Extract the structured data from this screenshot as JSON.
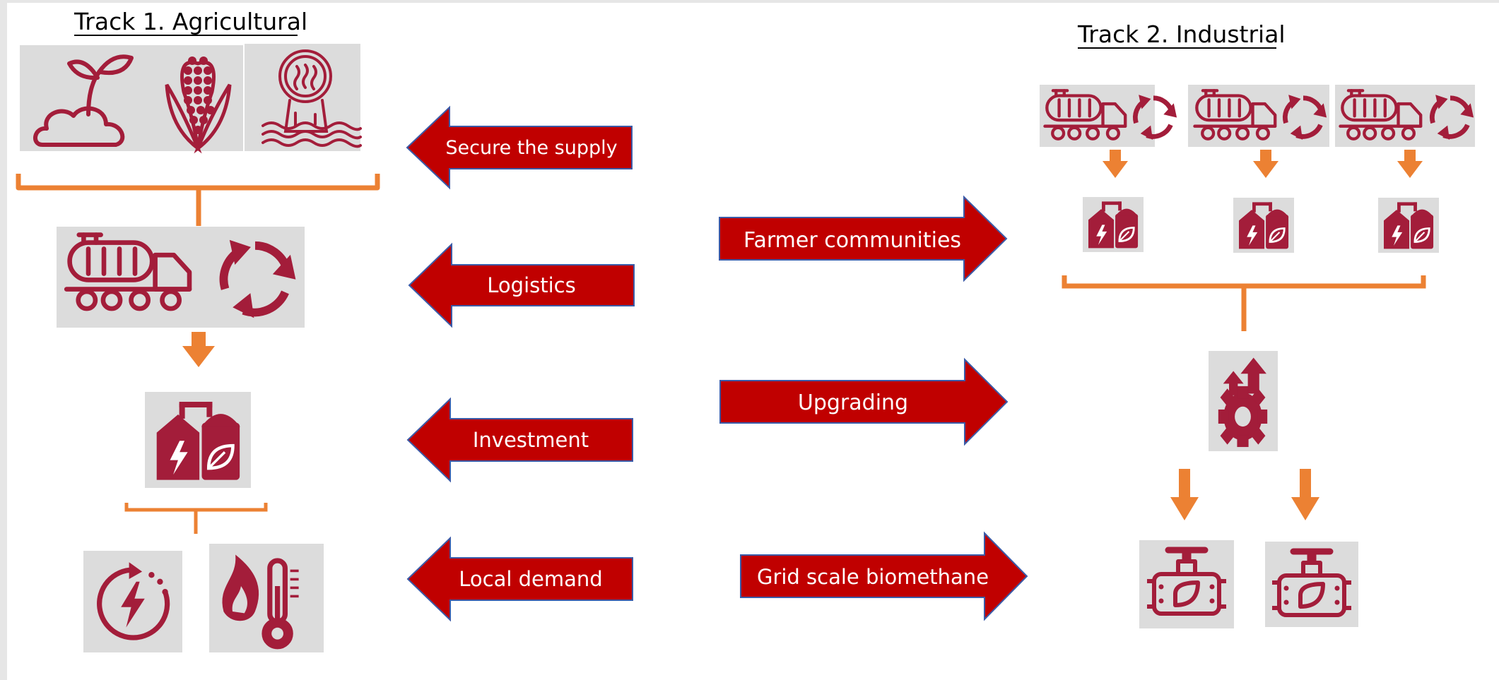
{
  "colors": {
    "background": "#e6e6e6",
    "panel": "#ffffff",
    "icon_tile": "#dcdcdc",
    "icon": "#a31d3a",
    "arrow_fill": "#c00000",
    "arrow_stroke": "#3b5ba8",
    "connector": "#ec8133",
    "text_light": "#ffffff",
    "text_dark": "#000000"
  },
  "tracks": {
    "agricultural": {
      "title": "Track 1. Agricultural",
      "icons": [
        "soil-sprout-icon",
        "corn-icon",
        "geothermal-icon",
        "tanker-truck-icon",
        "recycle-icon",
        "biogas-plant-icon",
        "power-icon",
        "heat-icon"
      ]
    },
    "industrial": {
      "title": "Track 2. Industrial",
      "icons": [
        "tanker-truck-icon",
        "recycle-icon",
        "biogas-plant-icon",
        "upgrading-gear-icon",
        "gas-valve-icon"
      ]
    }
  },
  "arrows": {
    "left": [
      "Secure the supply",
      "Logistics",
      "Investment",
      "Local demand"
    ],
    "right": [
      "Farmer communities",
      "Upgrading",
      "Grid scale biomethane"
    ]
  }
}
